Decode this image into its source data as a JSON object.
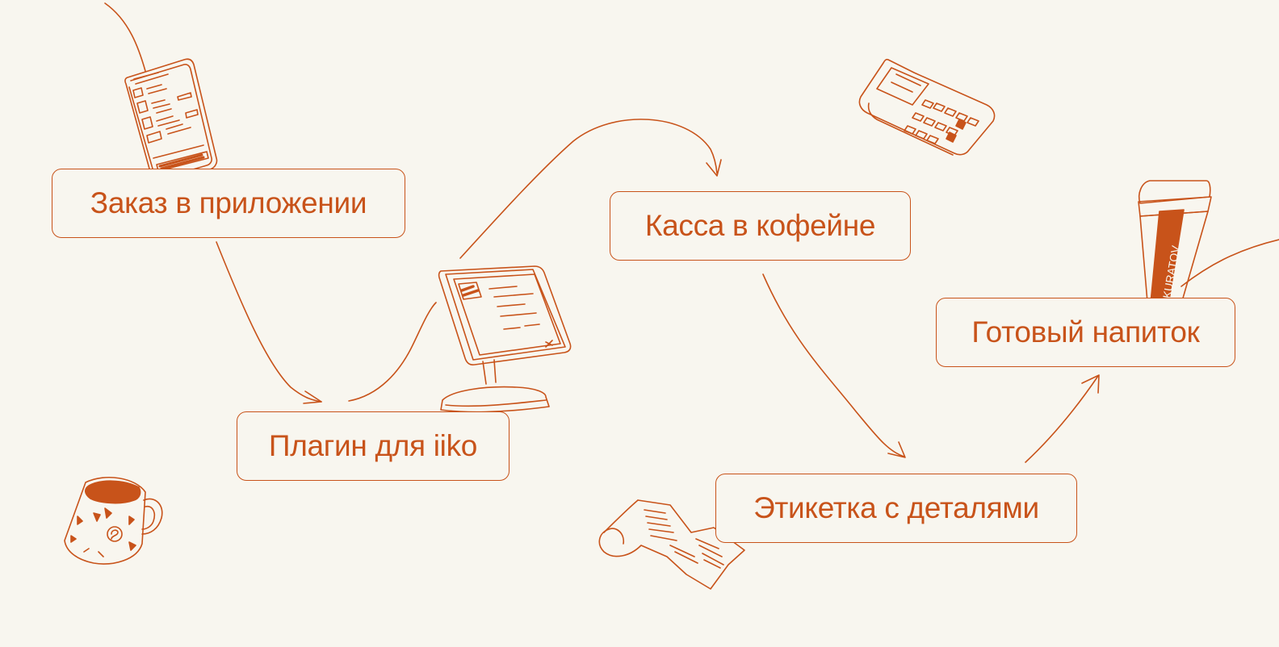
{
  "accent_color": "#c8531a",
  "background_color": "#f8f6ef",
  "steps": [
    {
      "label": "Заказ в приложении"
    },
    {
      "label": "Плагин для iiko"
    },
    {
      "label": "Касса в кофейне"
    },
    {
      "label": "Этикетка с деталями"
    },
    {
      "label": "Готовый напиток"
    }
  ],
  "illustrations": {
    "cup_brand_text": "SKURATOV"
  },
  "icons": [
    "smartphone-icon",
    "pos-terminal-icon",
    "card-terminal-icon",
    "receipt-icon",
    "mug-icon",
    "takeaway-cup-icon"
  ]
}
